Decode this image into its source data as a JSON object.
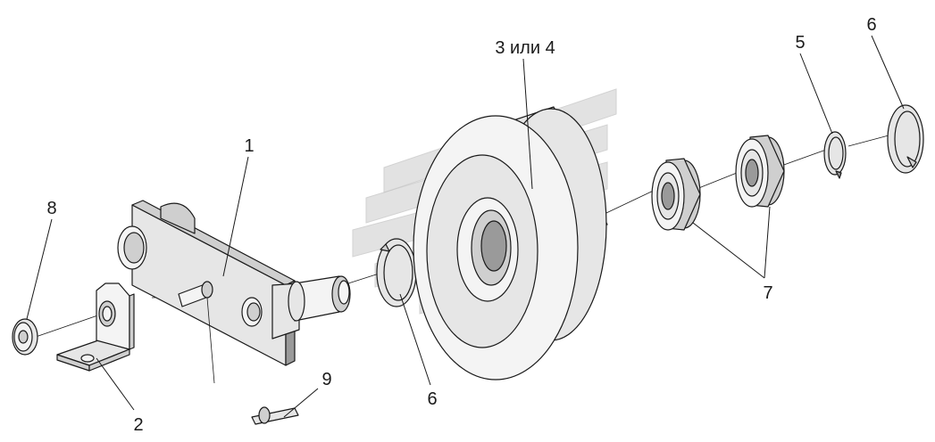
{
  "labels": {
    "part_1": "1",
    "part_2": "2",
    "part_3_4": "3 или 4",
    "part_5": "5",
    "part_6_left": "6",
    "part_6_right": "6",
    "part_7": "7",
    "part_8": "8",
    "part_9": "9"
  },
  "colors": {
    "line": "#1a1a1a",
    "background": "#ffffff"
  }
}
